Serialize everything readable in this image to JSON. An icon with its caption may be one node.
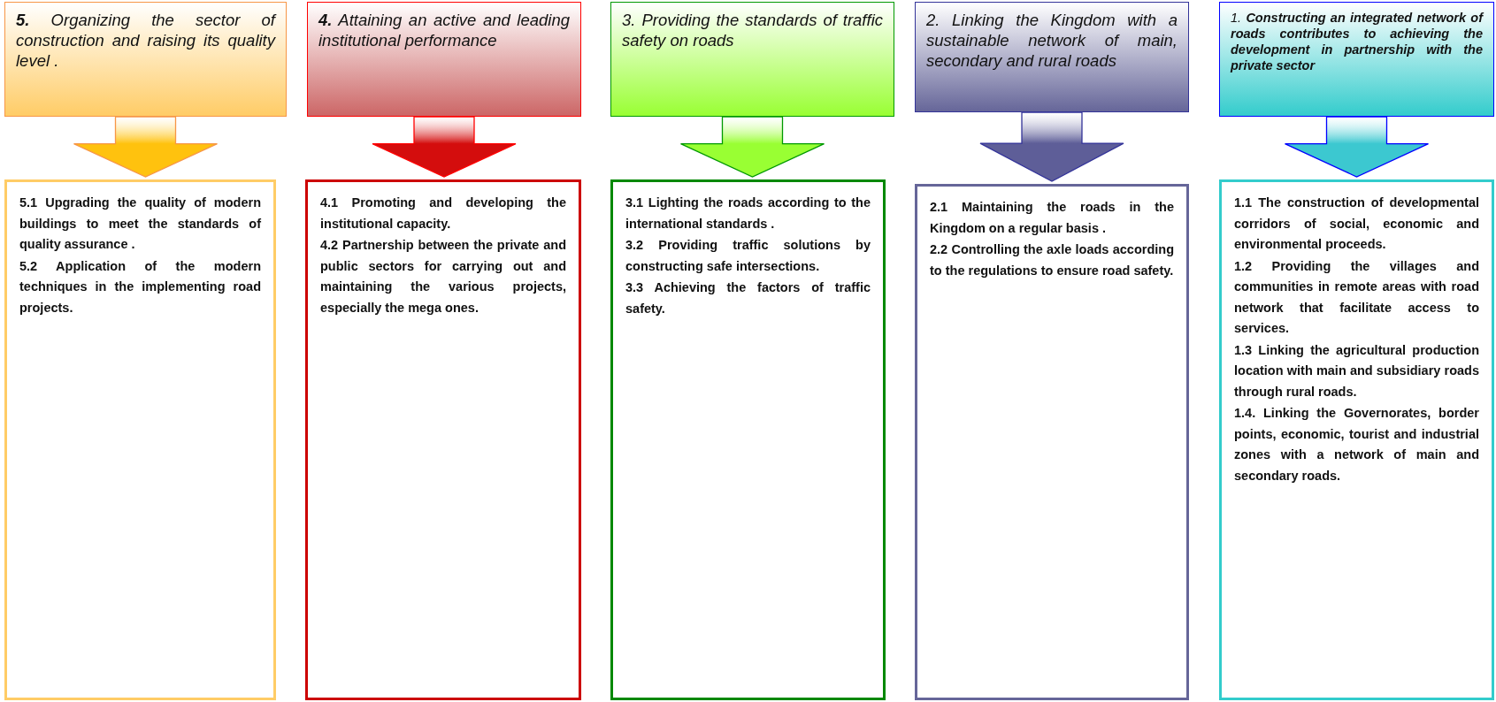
{
  "diagram": {
    "nodes": [
      {
        "text": [
          "**5.** Organizing the sector of construction and raising its quality level ."
        ]
      },
      {
        "text": [
          "5.1 Upgrading the quality of modern buildings to meet the standards of quality assurance .",
          "5.2 Application of the modern techniques in the implementing road projects."
        ]
      },
      {
        "text": [
          "**4.** Attaining an active and leading institutional performance"
        ]
      },
      {
        "text": [
          "4.1 Promoting and developing the institutional capacity.",
          "4.2 Partnership between the private and public sectors for carrying out and maintaining the various projects, especially the mega ones."
        ]
      },
      {
        "text": [
          "3. Providing the standards of traffic safety on roads"
        ]
      },
      {
        "text": [
          "3.1 Lighting the roads according to the international standards .",
          "3.2 Providing traffic solutions by constructing safe intersections.",
          "3.3 Achieving the factors of traffic safety."
        ]
      },
      {
        "text": [
          "2. Linking the Kingdom with a sustainable network of main, secondary and rural roads"
        ]
      },
      {
        "text": [
          "2.1 Maintaining the roads in the Kingdom on a regular basis .",
          "2.2 Controlling the axle loads according to the regulations to ensure road safety."
        ]
      },
      {
        "text": [
          "1. **Constructing an integrated network of roads contributes to achieving the development in partnership with the private sector**"
        ]
      },
      {
        "text": [
          "1.1 The construction of developmental corridors of social, economic and environmental proceeds.",
          "1.2 Providing the villages and communities in remote areas with road network that facilitate access to services.",
          "1.3 Linking the agricultural production location with main and subsidiary roads through rural roads.",
          "1.4. Linking the Governorates, border points, economic, tourist and industrial zones with a network of main and secondary roads."
        ]
      }
    ],
    "edges": [
      {
        "from": 0,
        "to": 1,
        "arrow": "to",
        "style": "thick",
        "color": "#ffc20e"
      },
      {
        "from": 2,
        "to": 3,
        "arrow": "to",
        "style": "thick",
        "color": "#d40d0d"
      },
      {
        "from": 4,
        "to": 5,
        "arrow": "to",
        "style": "thick",
        "color": "#99ff33"
      },
      {
        "from": 6,
        "to": 7,
        "arrow": "to",
        "style": "thick",
        "color": "#5e5e98"
      },
      {
        "from": 8,
        "to": 9,
        "arrow": "to",
        "style": "thick",
        "color": "#3cc8d0"
      }
    ]
  }
}
